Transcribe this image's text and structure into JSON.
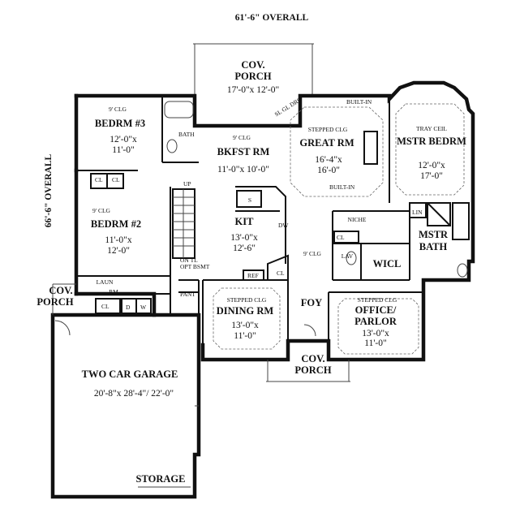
{
  "overall": {
    "width": "61'-6\" OVERALL",
    "depth": "66'-6\" OVERALL"
  },
  "rooms": {
    "cov_porch_rear": {
      "name1": "COV.",
      "name2": "PORCH",
      "dims": "17'-0\"x 12'-0\""
    },
    "bedrm3": {
      "clg": "9' CLG",
      "name": "BEDRM #3",
      "dims1": "12'-0\"x",
      "dims2": "11'-0\""
    },
    "bath": {
      "name": "BATH"
    },
    "bkfst": {
      "clg": "9' CLG",
      "name": "BKFST RM",
      "dims": "11'-0\"x 10'-0\""
    },
    "great": {
      "clg": "STEPPED CLG",
      "name": "GREAT RM",
      "dims1": "16'-4\"x",
      "dims2": "16'-0\""
    },
    "mstr_bedrm": {
      "clg": "TRAY CEIL",
      "name": "MSTR BEDRM",
      "dims1": "12'-0\"x",
      "dims2": "17'-0\""
    },
    "bedrm2": {
      "clg": "9' CLG",
      "name": "BEDRM #2",
      "dims1": "11'-0\"x",
      "dims2": "12'-0\""
    },
    "kit": {
      "name": "KIT",
      "dims1": "13'-0\"x",
      "dims2": "12'-6\""
    },
    "mstr_bath": {
      "name1": "MSTR",
      "name2": "BATH"
    },
    "wicl": {
      "name": "WICL"
    },
    "dining": {
      "clg": "STEPPED CLG",
      "name": "DINING RM",
      "dims1": "13'-0\"x",
      "dims2": "11'-0\""
    },
    "foy": {
      "clg": "9' CLG",
      "name": "FOY"
    },
    "office": {
      "clg": "STEPPED CLG",
      "name1": "OFFICE/",
      "name2": "PARLOR",
      "dims1": "13'-0\"x",
      "dims2": "11'-0\""
    },
    "cov_porch_left": {
      "name1": "COV.",
      "name2": "PORCH"
    },
    "cov_porch_front": {
      "name1": "COV.",
      "name2": "PORCH"
    },
    "garage": {
      "name": "TWO CAR GARAGE",
      "dims": "20'-8\"x 28'-4\"/ 22'-0\""
    },
    "storage": {
      "name": "STORAGE"
    }
  },
  "labels": {
    "built_in": "BUILT-IN",
    "sl_gl_drs": "SL GL DRS",
    "niche": "NICHE",
    "up": "UP",
    "laun": "LAUN",
    "rm": "RM",
    "pant": "PANT",
    "ref": "REF",
    "dw": "DW",
    "lav": "LAV",
    "lin": "LIN",
    "cl": "CL",
    "d": "D",
    "w": "W",
    "s": "S",
    "opt_bsmt": "OPT BSMT",
    "on_tl": "ON TL"
  }
}
